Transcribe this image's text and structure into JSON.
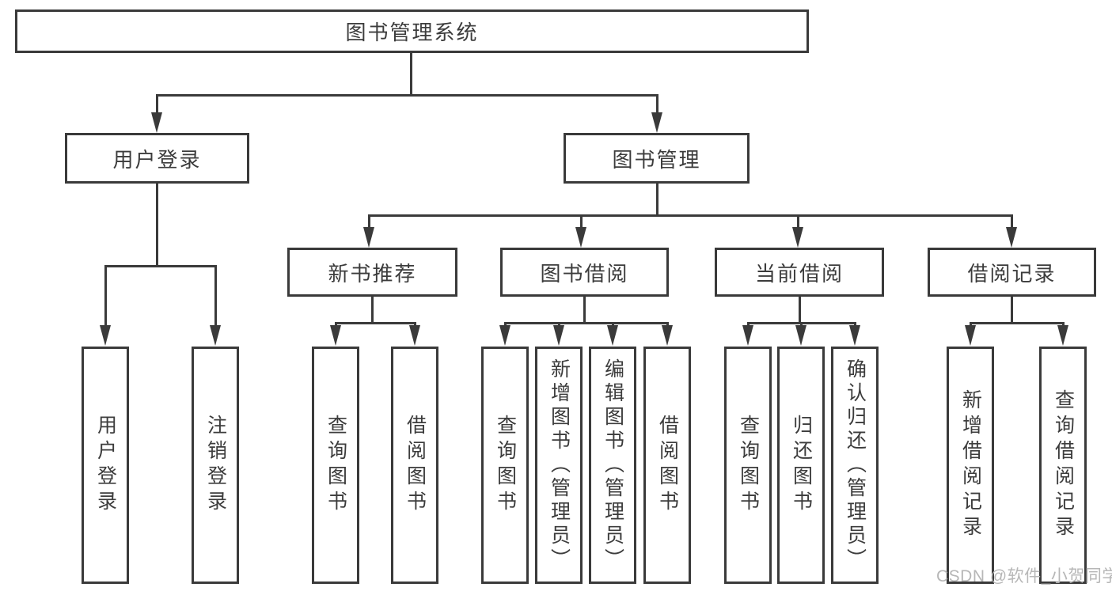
{
  "colors": {
    "line": "#3a3a3a",
    "text": "#3c3c3c",
    "watermark": "#b7b7b7",
    "background": "#ffffff"
  },
  "tree": {
    "root": {
      "label": "图书管理系统"
    },
    "branches": [
      {
        "label": "用户登录",
        "leaves": [
          {
            "label": "用户登录"
          },
          {
            "label": "注销登录"
          }
        ]
      },
      {
        "label": "图书管理",
        "groups": [
          {
            "label": "新书推荐",
            "leaves": [
              {
                "label": "查询图书"
              },
              {
                "label": "借阅图书"
              }
            ]
          },
          {
            "label": "图书借阅",
            "leaves": [
              {
                "label": "查询图书"
              },
              {
                "label": "新增图书（管理员）"
              },
              {
                "label": "编辑图书（管理员）"
              },
              {
                "label": "借阅图书"
              }
            ]
          },
          {
            "label": "当前借阅",
            "leaves": [
              {
                "label": "查询图书"
              },
              {
                "label": "归还图书"
              },
              {
                "label": "确认归还（管理员）"
              }
            ]
          },
          {
            "label": "借阅记录",
            "leaves": [
              {
                "label": "新增借阅记录"
              },
              {
                "label": "查询借阅记录"
              }
            ]
          }
        ]
      }
    ]
  },
  "watermark": {
    "text": "CSDN @软件_小贺同学"
  }
}
